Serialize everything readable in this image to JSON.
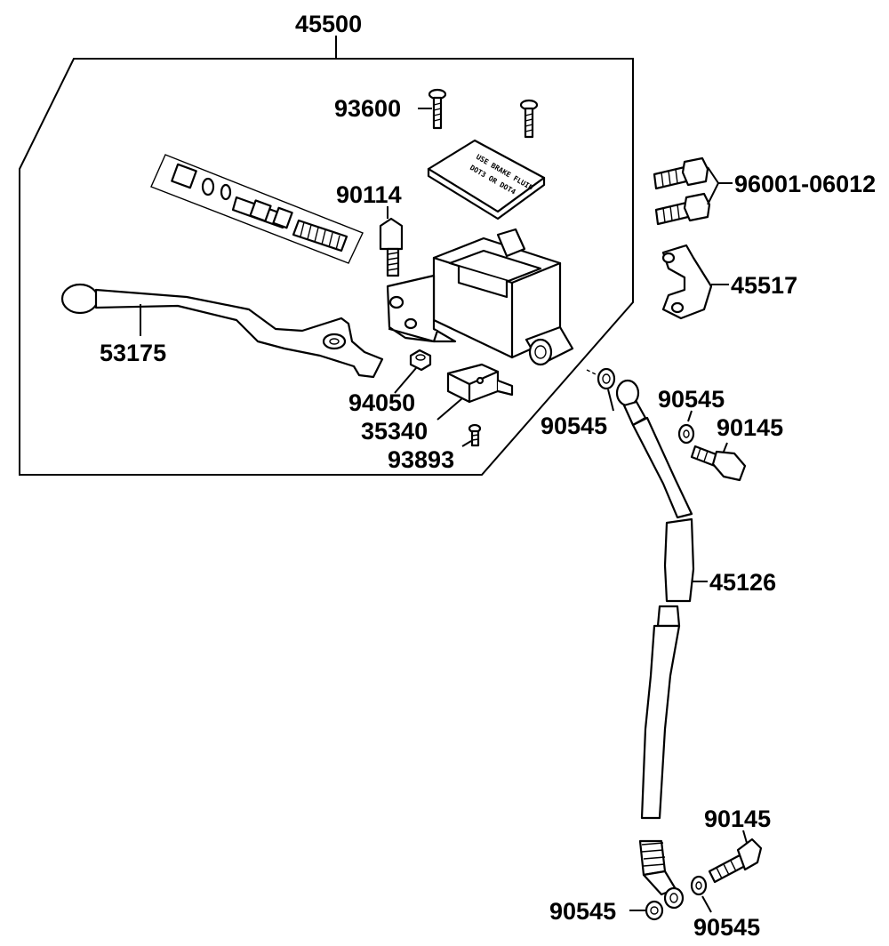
{
  "diagram": {
    "labels": {
      "assembly": "45500",
      "screw_cover": "93600",
      "bolt_pivot": "90114",
      "lever": "53175",
      "nut": "94050",
      "switch": "35340",
      "screw_switch": "93893",
      "bolts_holder": "96001-06012",
      "holder": "45517",
      "washer_top_left": "90545",
      "washer_top_right": "90545",
      "bolt_banjo_top": "90145",
      "hose": "45126",
      "bolt_banjo_bottom": "90145",
      "washer_bottom_left": "90545",
      "washer_bottom_right": "90545"
    },
    "cap_text": [
      "USE BRAKE FLUID",
      "DOT3 OR DOT4"
    ]
  }
}
